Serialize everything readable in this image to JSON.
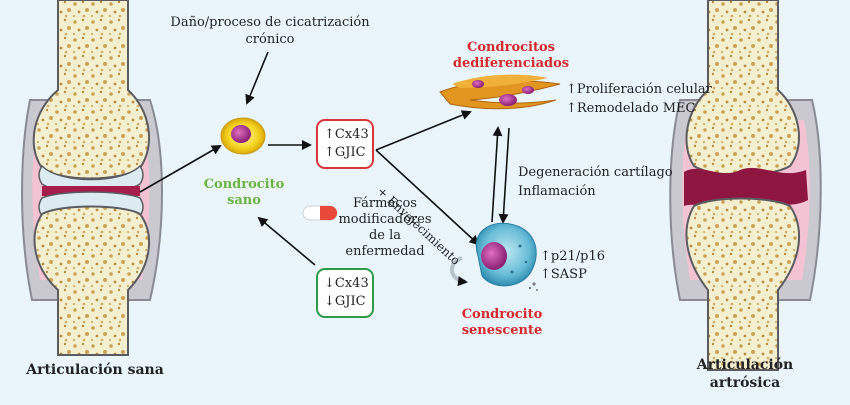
{
  "top_label_line1": "Daño/proceso de cicatrización",
  "top_label_line2": "crónico",
  "healthy_cell_label_line1": "Condrocito",
  "healthy_cell_label_line2": "sano",
  "up_box": {
    "line1": "↑Cx43",
    "line2": "↑GJIC"
  },
  "down_box": {
    "line1": "↓Cx43",
    "line2": "↓GJIC"
  },
  "dediff_label_line1": "Condrocitos",
  "dediff_label_line2": "dediferenciados",
  "dediff_effects_line1": "↑Proliferación celular",
  "dediff_effects_line2": "↑Remodelado MEC",
  "degeneration_line1": "Degeneración cartílago",
  "degeneration_line2": "Inflamación",
  "aging_label": "+ Envejecimiento",
  "drugs_line1": "Fármacos",
  "drugs_line2": "modificadores",
  "drugs_line3": "de la",
  "drugs_line4": "enfermedad",
  "senescent_markers_line1": "↑p21/p16",
  "senescent_markers_line2": "↑SASP",
  "senescent_label_line1": "Condrocito",
  "senescent_label_line2": "senescente",
  "healthy_joint_label": "Articulación sana",
  "oa_joint_label_line1": "Articulación",
  "oa_joint_label_line2": "artrósica",
  "colors": {
    "background": "#e9f5fb",
    "healthy_green": "#6cb33f",
    "red_label": "#d42a2a",
    "up_box_border": "#d9353a",
    "down_box_border": "#2f9a47",
    "bone": "#f3efcf",
    "cartilage": "#8f1640"
  }
}
